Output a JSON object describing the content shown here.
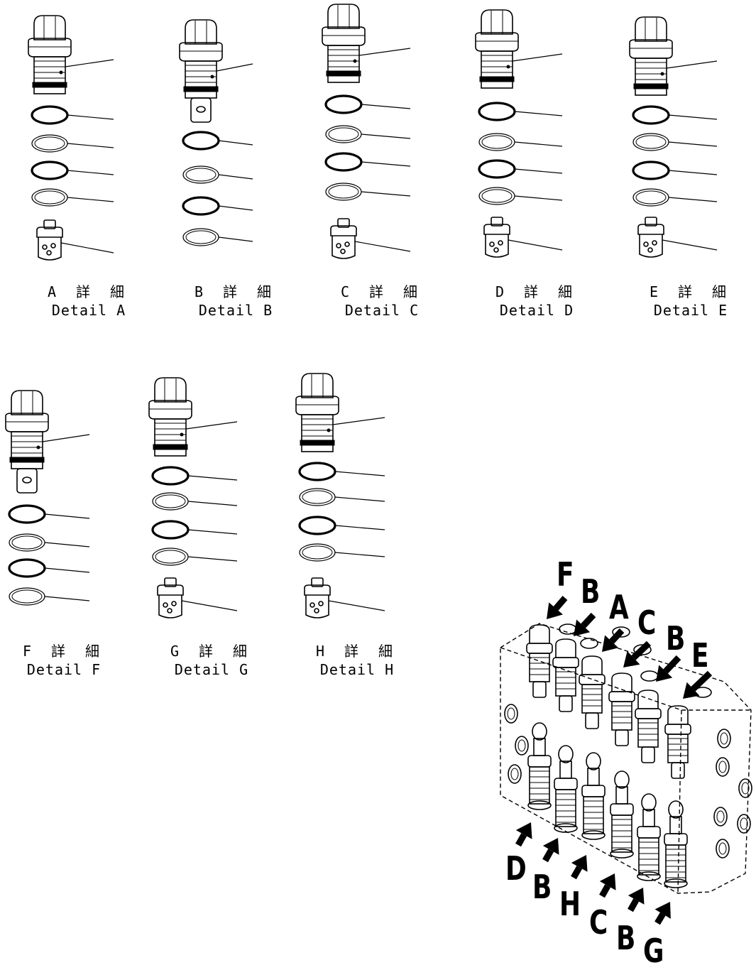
{
  "details": [
    {
      "id": "A",
      "jp": "A 詳 細",
      "en": "Detail A",
      "rings": [
        "thick",
        "thin",
        "thick",
        "thin"
      ],
      "stem": false
    },
    {
      "id": "B",
      "jp": "B 詳 細",
      "en": "Detail B",
      "rings": [
        "thick",
        "thin",
        "thick",
        "thin"
      ],
      "stem": true
    },
    {
      "id": "C",
      "jp": "C 詳 細",
      "en": "Detail C",
      "rings": [
        "thick",
        "thin",
        "thick",
        "thin"
      ],
      "stem": false
    },
    {
      "id": "D",
      "jp": "D 詳 細",
      "en": "Detail D",
      "rings": [
        "thick",
        "thin",
        "thick",
        "thin"
      ],
      "stem": false
    },
    {
      "id": "E",
      "jp": "E 詳 細",
      "en": "Detail E",
      "rings": [
        "thick",
        "thin",
        "thick",
        "thin"
      ],
      "stem": false
    },
    {
      "id": "F",
      "jp": "F 詳 細",
      "en": "Detail F",
      "rings": [
        "thick",
        "thin",
        "thick",
        "thin"
      ],
      "stem": true
    },
    {
      "id": "G",
      "jp": "G 詳 細",
      "en": "Detail G",
      "rings": [
        "thick",
        "thin",
        "thick",
        "thin"
      ],
      "stem": false
    },
    {
      "id": "H",
      "jp": "H 詳 細",
      "en": "Detail H",
      "rings": [
        "thick",
        "thin",
        "thick",
        "thin"
      ],
      "stem": false
    }
  ],
  "assembly_view_letters": {
    "top": [
      "F",
      "B",
      "A",
      "C",
      "B",
      "E"
    ],
    "bottom": [
      "D",
      "B",
      "H",
      "C",
      "B",
      "G"
    ]
  }
}
